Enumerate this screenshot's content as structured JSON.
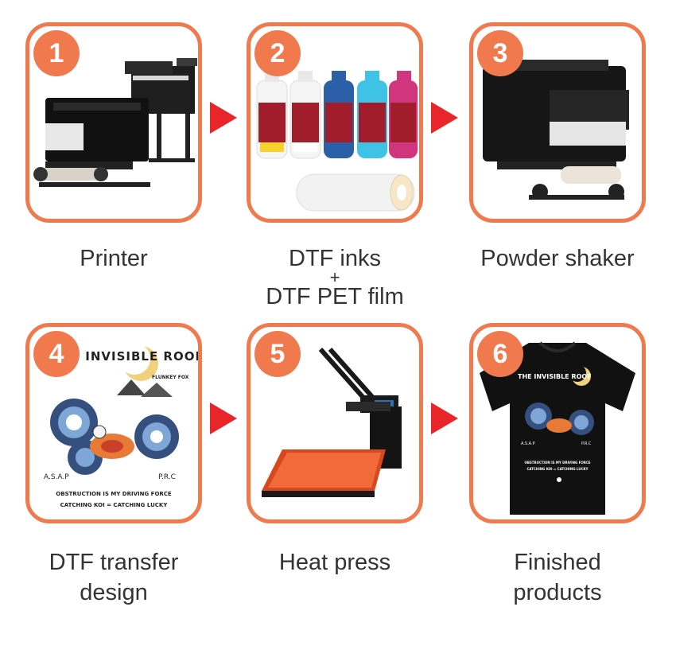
{
  "steps": [
    {
      "number": "1",
      "caption": "Printer"
    },
    {
      "number": "2",
      "caption_line1": "DTF inks",
      "caption_plus": "+",
      "caption_line2": "DTF PET film"
    },
    {
      "number": "3",
      "caption": "Powder shaker"
    },
    {
      "number": "4",
      "caption_line1": "DTF transfer",
      "caption_line2": "design"
    },
    {
      "number": "5",
      "caption": "Heat press"
    },
    {
      "number": "6",
      "caption_line1": "Finished",
      "caption_line2": "products"
    }
  ],
  "design": {
    "title": "THE INVISIBLE ROOF",
    "brand": "FLUNKEY FOX",
    "left_tag": "A.S.A.P",
    "right_tag": "P.R.C",
    "slogan_1": "OBSTRUCTION IS MY DRIVING FORCE",
    "slogan_2": "CATCHING KOI = CATCHING LUCKY"
  },
  "colors": {
    "accent": "#f07a4e",
    "arrow": "#e8262a",
    "text": "#333333"
  },
  "icons": [
    "dtf-printer-icon",
    "ink-bottles-icon",
    "pet-film-roll-icon",
    "powder-shaker-icon",
    "koi-wave-design-icon",
    "heat-press-icon",
    "black-tshirt-icon",
    "flow-arrow-icon"
  ]
}
